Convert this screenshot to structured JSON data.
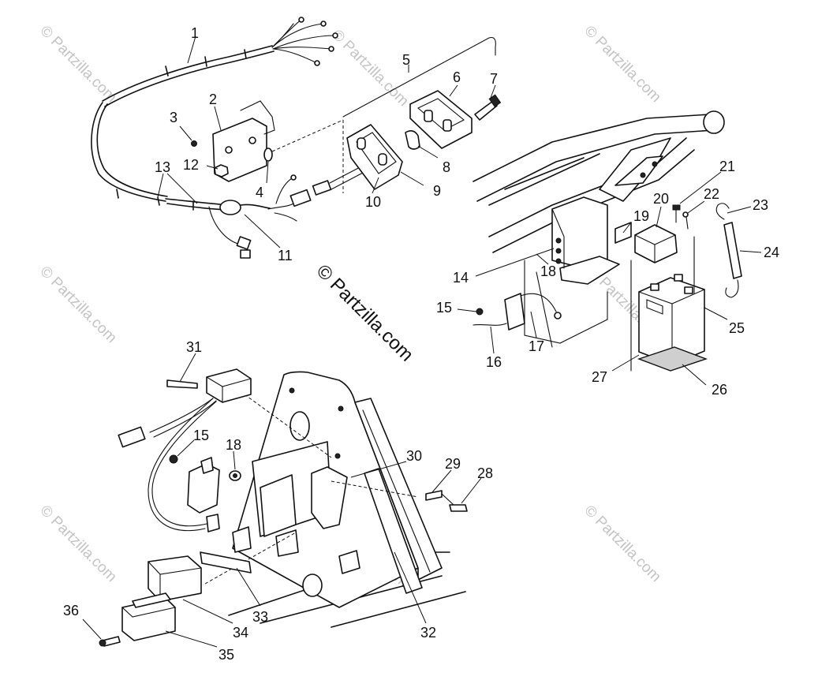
{
  "watermarks": {
    "corner_text": "© Partzilla.com",
    "center_text": "© Partzilla.com"
  },
  "callouts": [
    "1",
    "2",
    "3",
    "4",
    "5",
    "6",
    "7",
    "8",
    "9",
    "10",
    "11",
    "12",
    "13",
    "14",
    "15",
    "16",
    "17",
    "18",
    "19",
    "20",
    "21",
    "22",
    "23",
    "24",
    "25",
    "26",
    "27",
    "28",
    "29",
    "30",
    "31",
    "15",
    "18",
    "32",
    "33",
    "34",
    "35",
    "36"
  ]
}
